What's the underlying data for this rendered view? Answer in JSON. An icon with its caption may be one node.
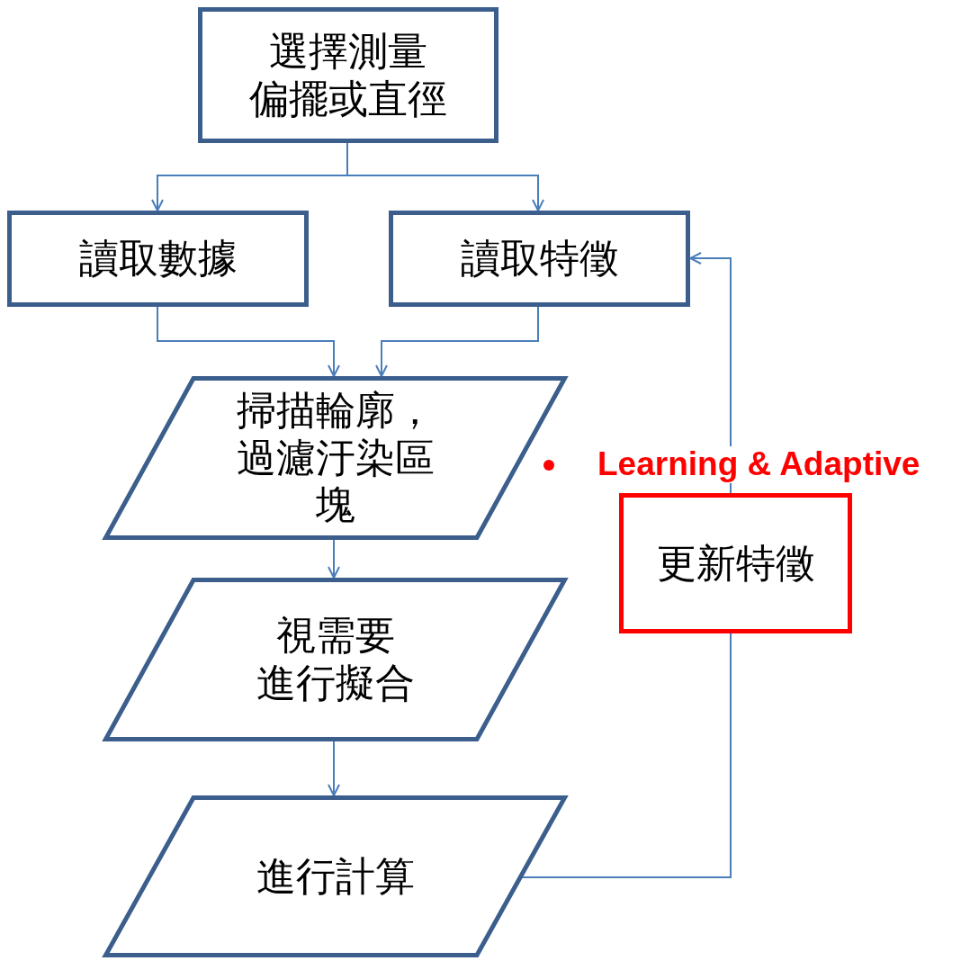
{
  "diagram": {
    "nodes": [
      {
        "text": [
          "選擇測量偏擺或直徑"
        ]
      },
      {
        "text": [
          "讀取數據"
        ]
      },
      {
        "text": [
          "讀取特徵"
        ]
      },
      {
        "text": [
          "掃描輪廓，過濾汙染區塊"
        ]
      },
      {
        "text": [
          "視需要進行擬合"
        ]
      },
      {
        "text": [
          "進行計算"
        ]
      },
      {
        "text": [
          "更新特徵"
        ]
      }
    ],
    "edges": [
      {
        "from": 0,
        "to": 1,
        "arrow": "to"
      },
      {
        "from": 0,
        "to": 2,
        "arrow": "to"
      },
      {
        "from": 1,
        "to": 3,
        "arrow": "to"
      },
      {
        "from": 2,
        "to": 3,
        "arrow": "to"
      },
      {
        "from": 3,
        "to": 4,
        "arrow": "to"
      },
      {
        "from": 4,
        "to": 5,
        "arrow": "to"
      },
      {
        "from": 5,
        "to": 6,
        "arrow": "none"
      },
      {
        "from": 6,
        "to": 2,
        "arrow": "to"
      }
    ],
    "labels": [
      "Learning & Adaptive"
    ]
  }
}
